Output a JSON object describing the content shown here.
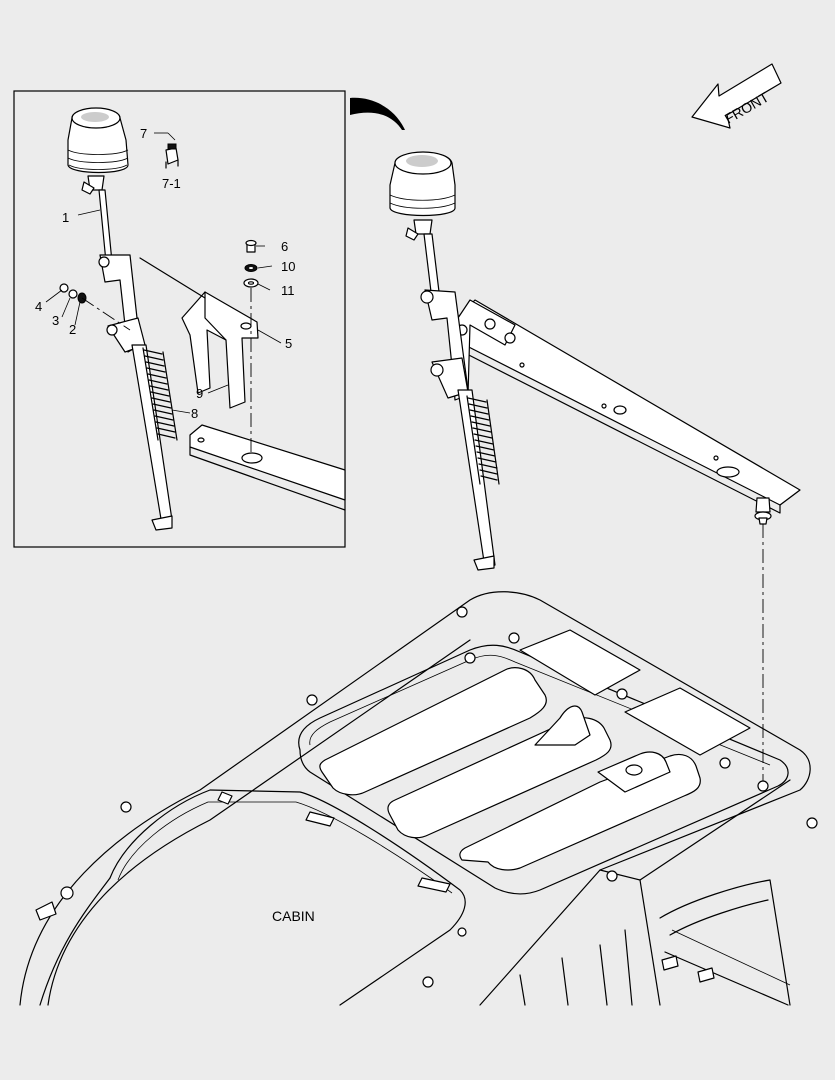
{
  "labels": {
    "front": "FRONT",
    "cabin": "CABIN",
    "p1": "1",
    "p2": "2",
    "p3": "3",
    "p4": "4",
    "p5": "5",
    "p6": "6",
    "p7": "7",
    "p7_1": "7-1",
    "p8": "8",
    "p9": "9",
    "p10": "10",
    "p11": "11"
  }
}
